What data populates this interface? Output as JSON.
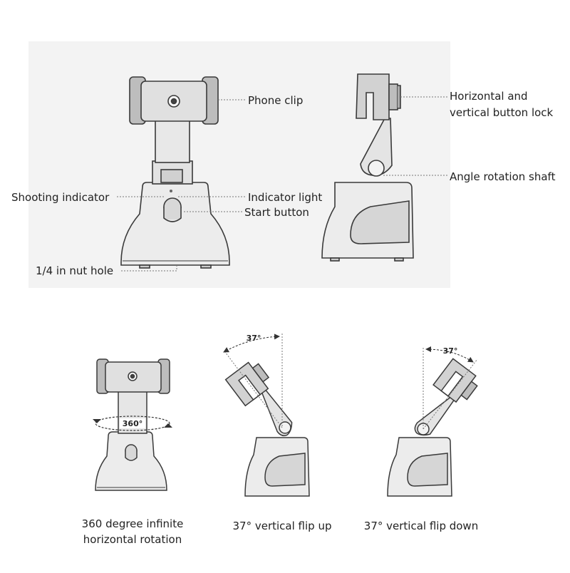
{
  "labels": {
    "phone_clip": "Phone clip",
    "shooting_indicator": "Shooting indicator",
    "indicator_light": "Indicator light",
    "start_button": "Start button",
    "nut_hole": "1/4 in nut hole",
    "button_lock_line1": "Horizontal and",
    "button_lock_line2": "vertical button lock",
    "angle_shaft": "Angle rotation shaft"
  },
  "captions": {
    "rotation_line1": "360 degree infinite",
    "rotation_line2": "horizontal rotation",
    "flip_up": "37° vertical flip up",
    "flip_down": "37° vertical flip down"
  },
  "angles": {
    "rotation": "360°",
    "flip_up": "37°",
    "flip_down": "37°"
  },
  "colors": {
    "panel_bg": "#f3f3f3",
    "body_fill": "#ececec",
    "clip_fill": "#d9d9d9",
    "outline": "#3a3a3a",
    "dotted_line": "#777777"
  }
}
